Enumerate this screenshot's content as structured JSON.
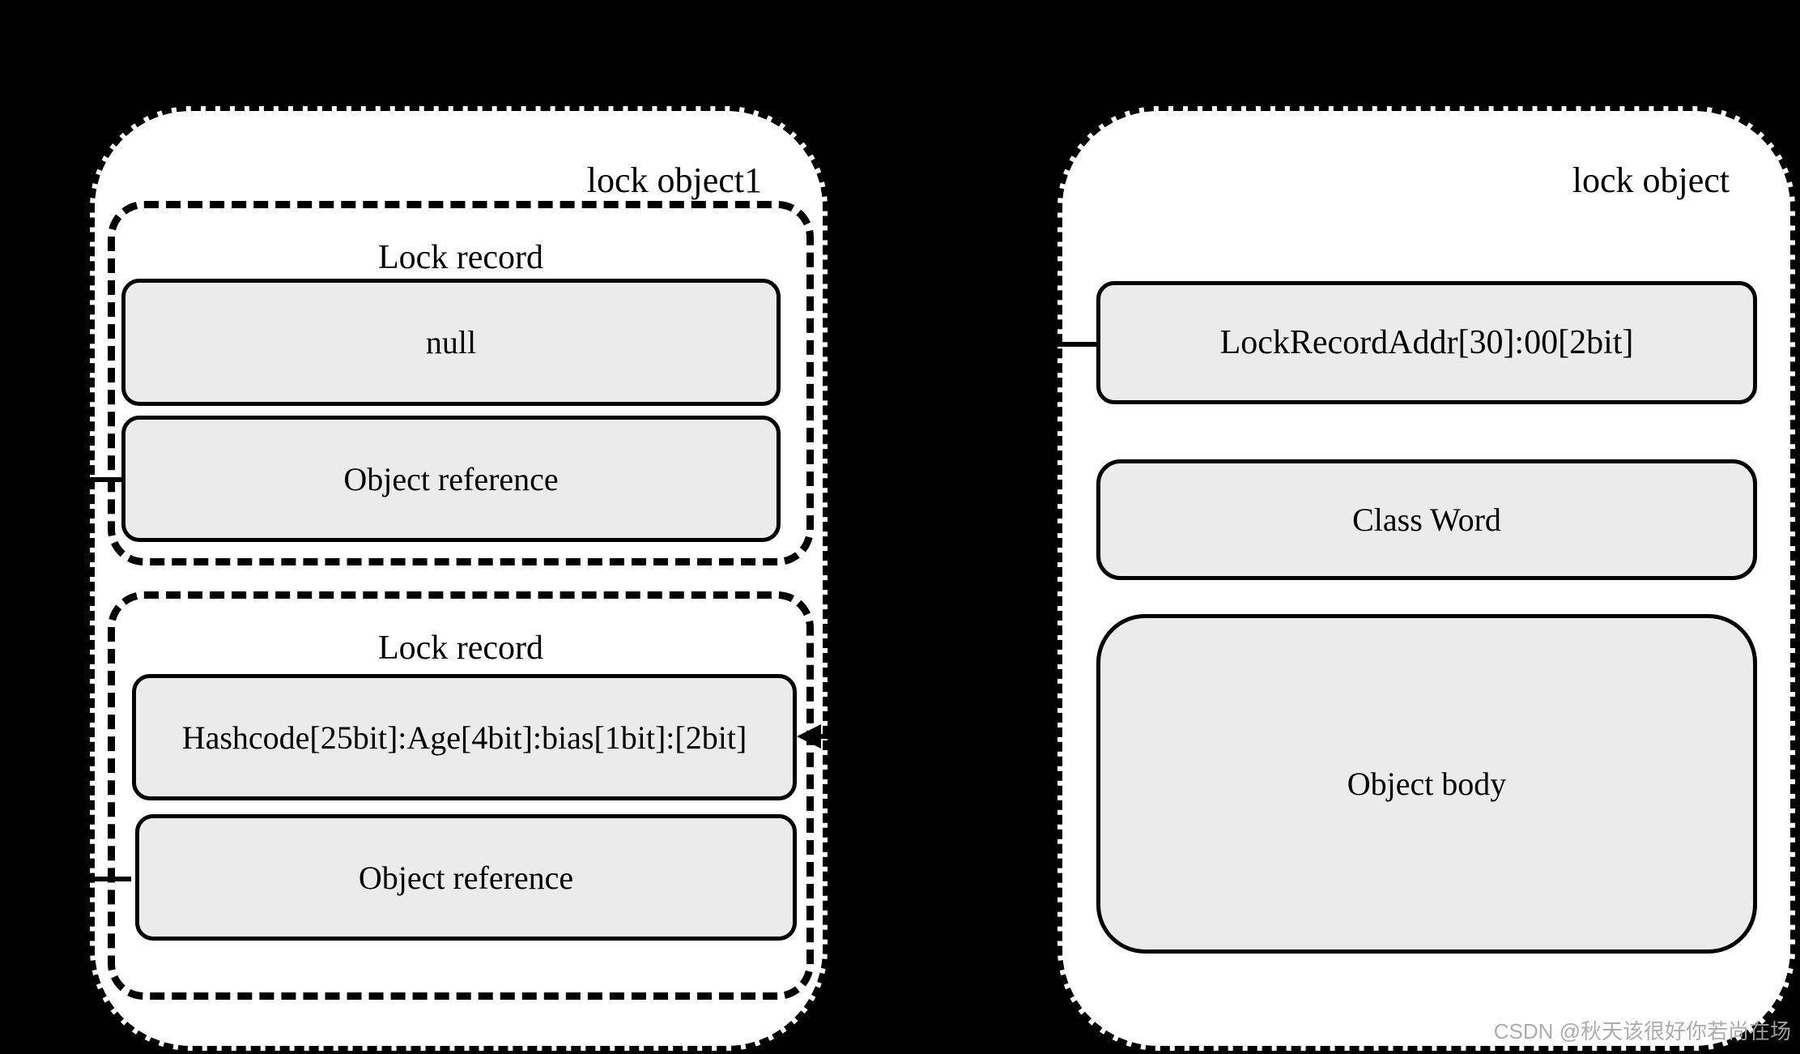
{
  "diagram": {
    "left": {
      "title": "lock object1",
      "records": [
        {
          "label": "Lock record",
          "slots": [
            "null",
            "Object reference"
          ]
        },
        {
          "label": "Lock record",
          "slots": [
            "Hashcode[25bit]:Age[4bit]:bias[1bit]:[2bit]",
            "Object reference"
          ]
        }
      ]
    },
    "right": {
      "title": "lock object",
      "slots": [
        "LockRecordAddr[30]:00[2bit]",
        "Class Word",
        "Object body"
      ]
    },
    "watermark": "CSDN @秋天该很好你若尚在场",
    "colors": {
      "background": "#000000",
      "container_fill": "#ffffff",
      "slot_fill": "#ebebeb",
      "line": "#000000",
      "watermark": "#a8a8a8"
    }
  }
}
